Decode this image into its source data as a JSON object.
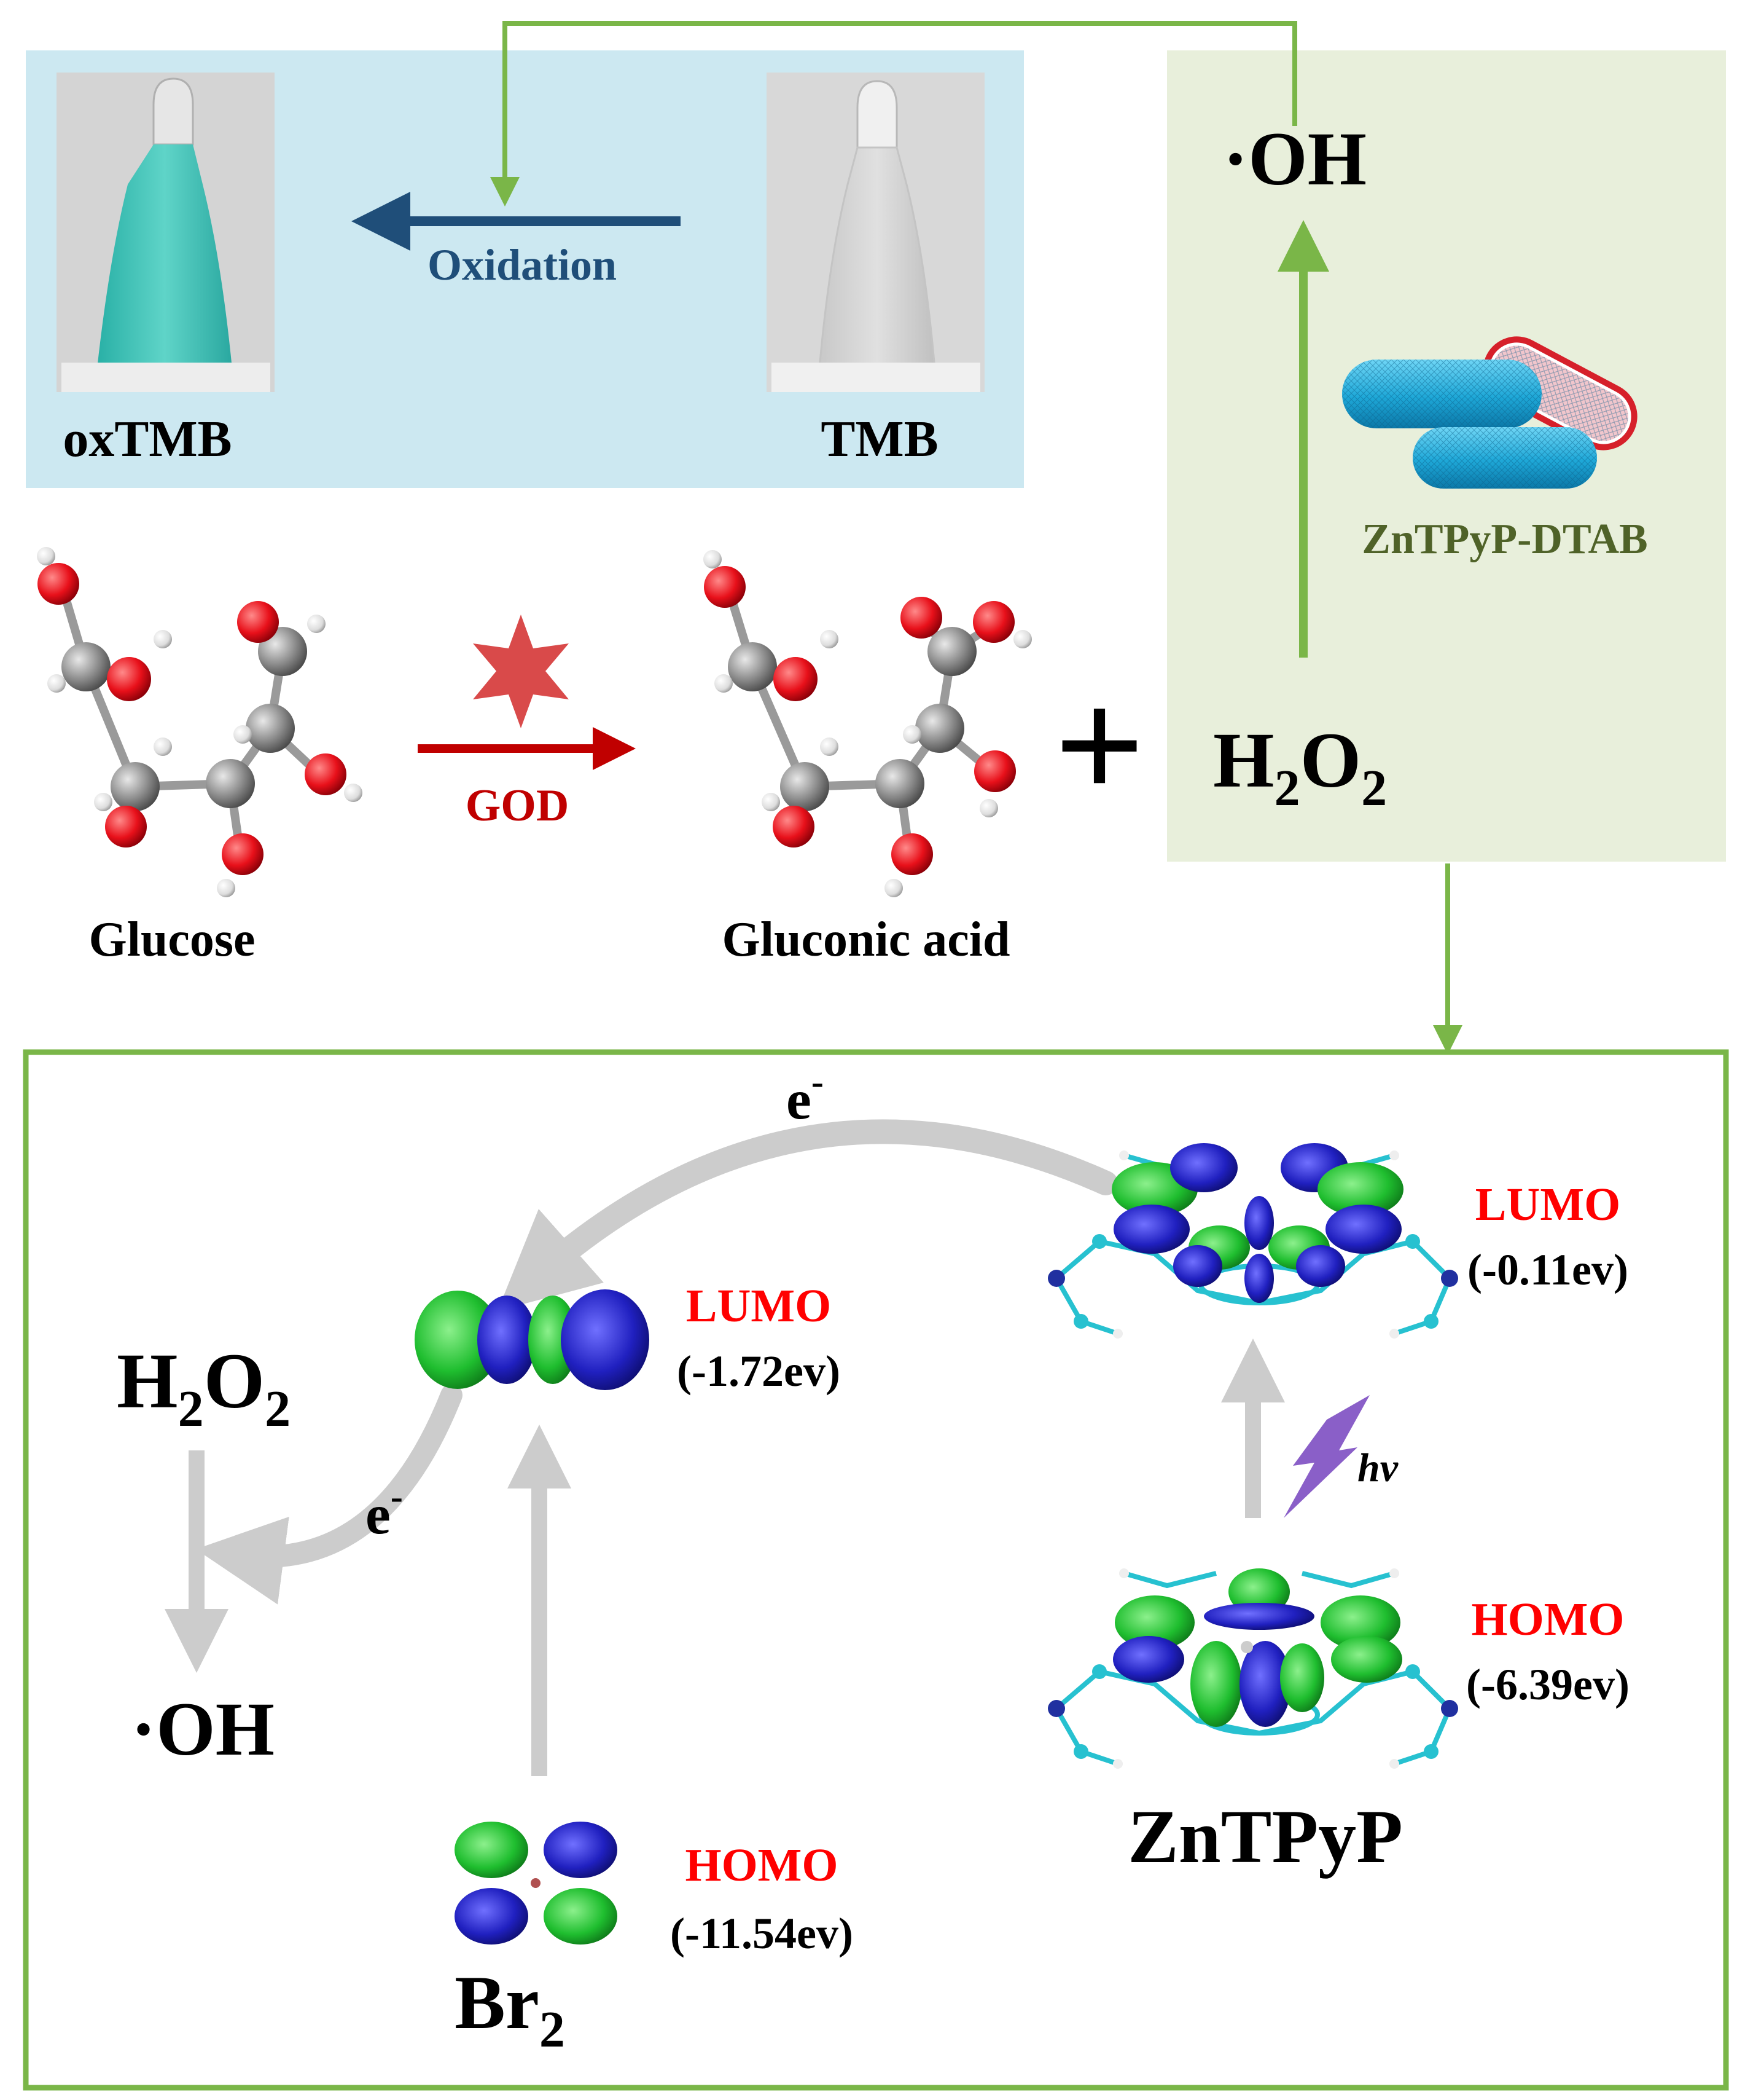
{
  "colors": {
    "blue_panel": "#cce8f1",
    "green_panel": "#e8efdb",
    "green_line": "#7ab648",
    "oxidation_arrow": "#1f4e79",
    "god_arrow": "#c00000",
    "red_text": "#ff0000",
    "dark_green_text": "#4f6228",
    "grey_arrow": "#cccccc",
    "orbital_green": "#2ecc40",
    "orbital_blue": "#2020c0",
    "atom_red": "#e8101a",
    "atom_grey": "#8a8a8a",
    "atom_cyan": "#27c1d0",
    "atom_navy": "#2030a0",
    "lightning": "#8a5fc8",
    "rod_blue": "#1ea8d8"
  },
  "top": {
    "oxtmb_label": "oxTMB",
    "tmb_label": "TMB",
    "oxidation_label": "Oxidation",
    "oh_radical": "·OH",
    "catalyst_label": "ZnTPyP-DTAB"
  },
  "reaction": {
    "glucose_label": "Glucose",
    "gluconic_label": "Gluconic acid",
    "god_label": "GOD",
    "plus": "+",
    "h2o2_main": "H",
    "h2o2_sub1": "2",
    "h2o2_mid": "O",
    "h2o2_sub2": "2"
  },
  "mechanism": {
    "electron": "e",
    "electron_sup": "-",
    "br2_lumo_label": "LUMO",
    "br2_lumo_value": "(-1.72ev)",
    "br2_homo_label": "HOMO",
    "br2_homo_value": "(-11.54ev)",
    "br2_main": "Br",
    "br2_sub": "2",
    "zn_lumo_label": "LUMO",
    "zn_lumo_value": "(-0.11ev)",
    "zn_homo_label": "HOMO",
    "zn_homo_value": "(-6.39ev)",
    "hv_label": "hv",
    "zntpyp_label": "ZnTPyP",
    "h2o2_main": "H",
    "h2o2_sub1": "2",
    "h2o2_mid": "O",
    "h2o2_sub2": "2",
    "oh_radical": "·OH"
  }
}
